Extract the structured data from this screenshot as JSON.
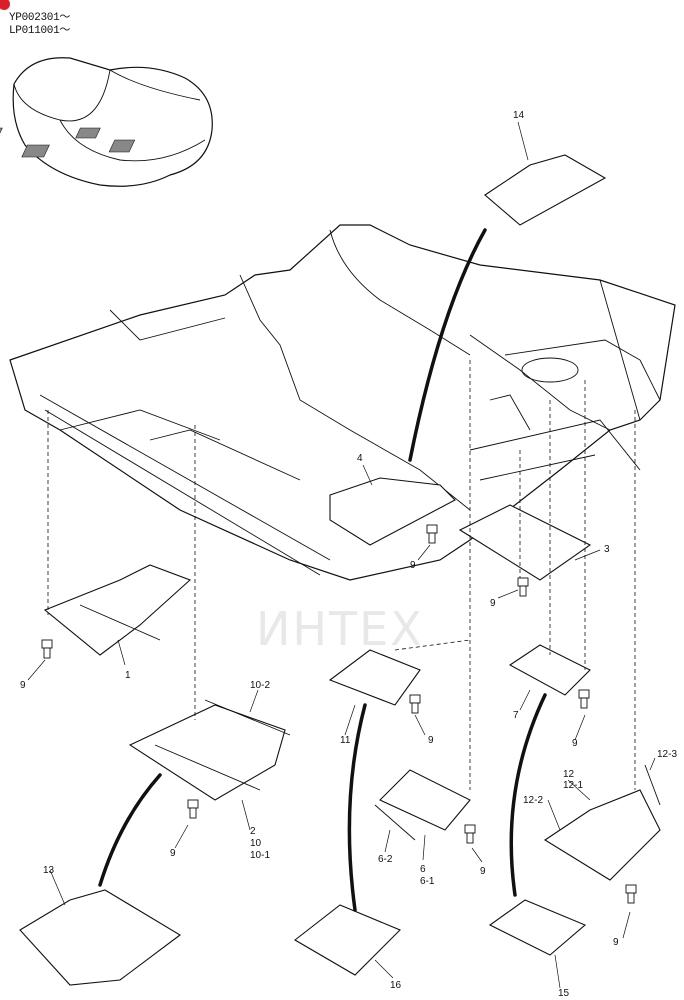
{
  "header": {
    "line1": "YP002301～",
    "line2": "LP011001～"
  },
  "watermark": {
    "text": "ИНТЕХ",
    "color": "#f2b6b6"
  },
  "callouts": [
    {
      "id": "c14",
      "text": "14"
    },
    {
      "id": "c4",
      "text": "4"
    },
    {
      "id": "c9a",
      "text": "9"
    },
    {
      "id": "c3",
      "text": "3"
    },
    {
      "id": "c9b",
      "text": "9"
    },
    {
      "id": "c9c",
      "text": "9"
    },
    {
      "id": "c1",
      "text": "1"
    },
    {
      "id": "c10-2",
      "text": "10-2"
    },
    {
      "id": "c11",
      "text": "11"
    },
    {
      "id": "c9d",
      "text": "9"
    },
    {
      "id": "c7",
      "text": "7"
    },
    {
      "id": "c9e",
      "text": "9"
    },
    {
      "id": "c12-3",
      "text": "12-3"
    },
    {
      "id": "c12",
      "text": "12"
    },
    {
      "id": "c12-1",
      "text": "12-1"
    },
    {
      "id": "c12-2",
      "text": "12-2"
    },
    {
      "id": "c9f",
      "text": "9"
    },
    {
      "id": "c2",
      "text": "2"
    },
    {
      "id": "c10",
      "text": "10"
    },
    {
      "id": "c10-1",
      "text": "10-1"
    },
    {
      "id": "c6-2",
      "text": "6-2"
    },
    {
      "id": "c6",
      "text": "6"
    },
    {
      "id": "c6-1",
      "text": "6-1"
    },
    {
      "id": "c9g",
      "text": "9"
    },
    {
      "id": "c13",
      "text": "13"
    },
    {
      "id": "c16",
      "text": "16"
    },
    {
      "id": "c15",
      "text": "15"
    },
    {
      "id": "c9h",
      "text": "9"
    }
  ]
}
